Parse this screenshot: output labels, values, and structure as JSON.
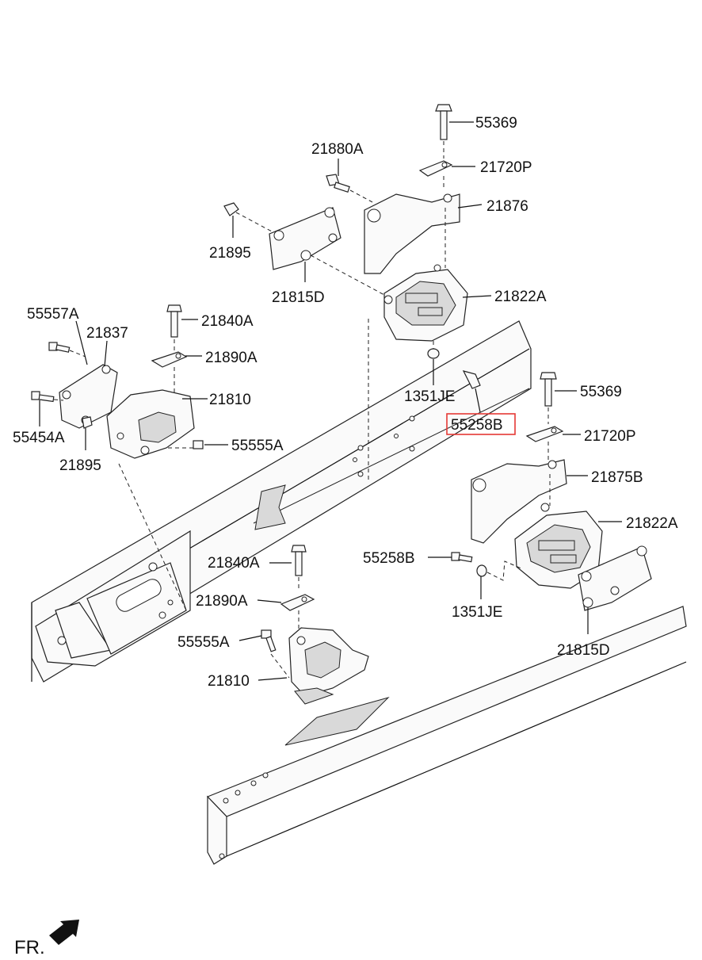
{
  "callouts": [
    {
      "id": "c1",
      "text": "55369"
    },
    {
      "id": "c2",
      "text": "21880A"
    },
    {
      "id": "c3",
      "text": "21720P"
    },
    {
      "id": "c4",
      "text": "21876"
    },
    {
      "id": "c5",
      "text": "21895"
    },
    {
      "id": "c6",
      "text": "21815D"
    },
    {
      "id": "c7",
      "text": "21822A"
    },
    {
      "id": "c8",
      "text": "55557A"
    },
    {
      "id": "c9",
      "text": "21837"
    },
    {
      "id": "c10",
      "text": "21840A"
    },
    {
      "id": "c11",
      "text": "21890A"
    },
    {
      "id": "c12",
      "text": "21810"
    },
    {
      "id": "c13",
      "text": "55454A"
    },
    {
      "id": "c14",
      "text": "21895"
    },
    {
      "id": "c15",
      "text": "55555A"
    },
    {
      "id": "c16",
      "text": "1351JE"
    },
    {
      "id": "c17",
      "text": "55258B"
    },
    {
      "id": "c18",
      "text": "55369"
    },
    {
      "id": "c19",
      "text": "21720P"
    },
    {
      "id": "c20",
      "text": "21875B"
    },
    {
      "id": "c21",
      "text": "21822A"
    },
    {
      "id": "c22",
      "text": "55258B"
    },
    {
      "id": "c23",
      "text": "1351JE"
    },
    {
      "id": "c24",
      "text": "21815D"
    },
    {
      "id": "c25",
      "text": "21840A"
    },
    {
      "id": "c26",
      "text": "21890A"
    },
    {
      "id": "c27",
      "text": "55555A"
    },
    {
      "id": "c28",
      "text": "21810"
    }
  ],
  "highlight": {
    "part": "c17",
    "color": "#e53935"
  },
  "orientation_label": "FR."
}
